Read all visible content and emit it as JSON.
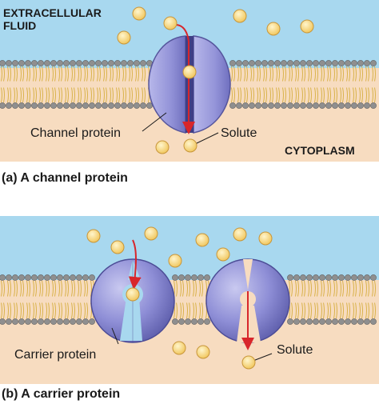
{
  "panel_a": {
    "region_top_line1": "EXTRACELLULAR",
    "region_top_line2": "FLUID",
    "region_bottom": "CYTOPLASM",
    "protein_label": "Channel protein",
    "solute_label": "Solute",
    "caption": "(a) A channel protein"
  },
  "panel_b": {
    "protein_label": "Carrier protein",
    "solute_label": "Solute",
    "caption": "(b) A carrier protein"
  },
  "colors": {
    "extracellular": "#a8d8ef",
    "cytoplasm": "#f7dcc0",
    "lipid_head": "#8f8f8f",
    "lipid_tail": "#d9b24a",
    "protein": "#8f8fd4",
    "solute": "#f2cf6a",
    "arrow": "#d8262b"
  }
}
